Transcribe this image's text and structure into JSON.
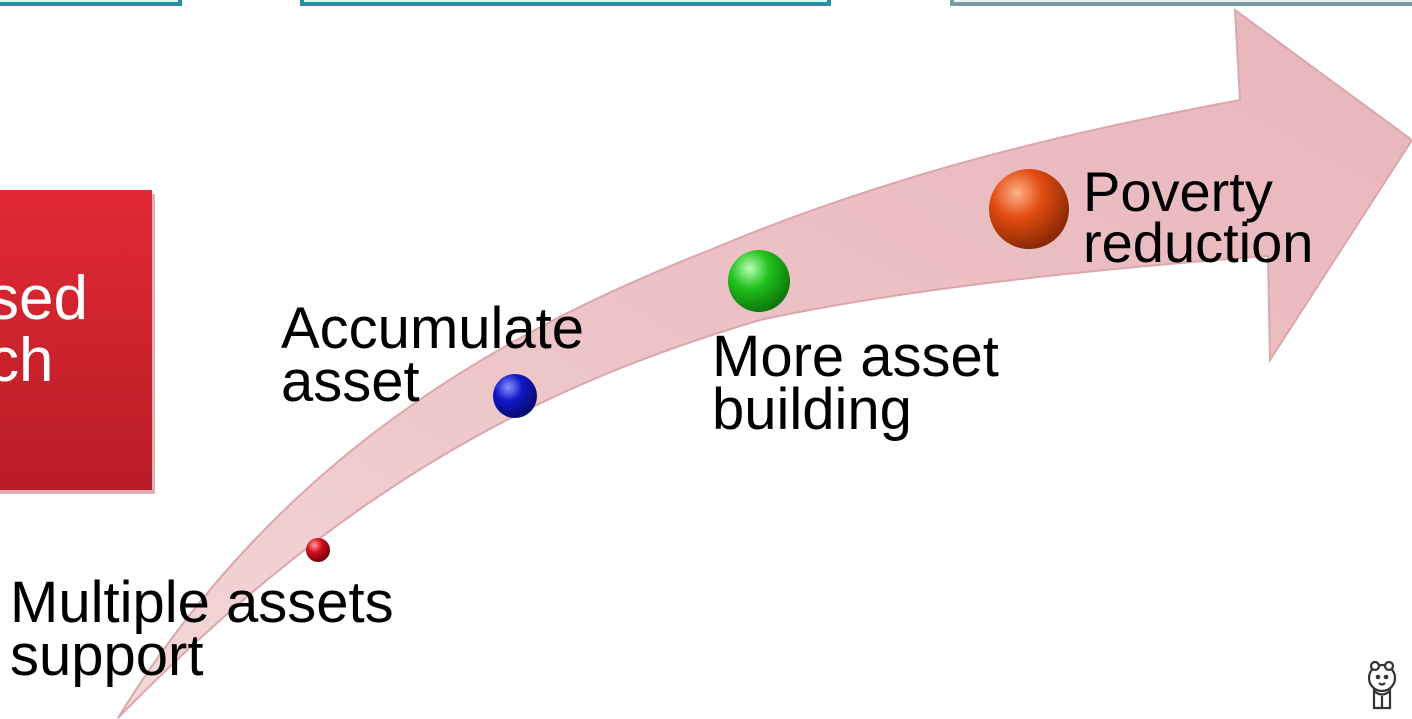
{
  "colors": {
    "arrow_fill": "#ebbcc0",
    "arrow_edge": "#d9a3a9",
    "red_box": "#d2232f",
    "top_box_border": "#2a8fa2",
    "top_box_border_right": "#7a9aa6",
    "dot_red": "#d0101c",
    "dot_blue": "#1018c8",
    "dot_green": "#22c21e",
    "dot_orange": "#e24c10"
  },
  "icons": {
    "mascot": "cartoon-figure-icon"
  },
  "red_box": {
    "line1": "sed",
    "line2": "ch"
  },
  "milestones": [
    {
      "line1": "Multiple assets",
      "line2": "support"
    },
    {
      "line1": "Accumulate",
      "line2": "asset"
    },
    {
      "line1": "More asset",
      "line2": "building"
    },
    {
      "line1": "Poverty",
      "line2": "reduction"
    }
  ]
}
